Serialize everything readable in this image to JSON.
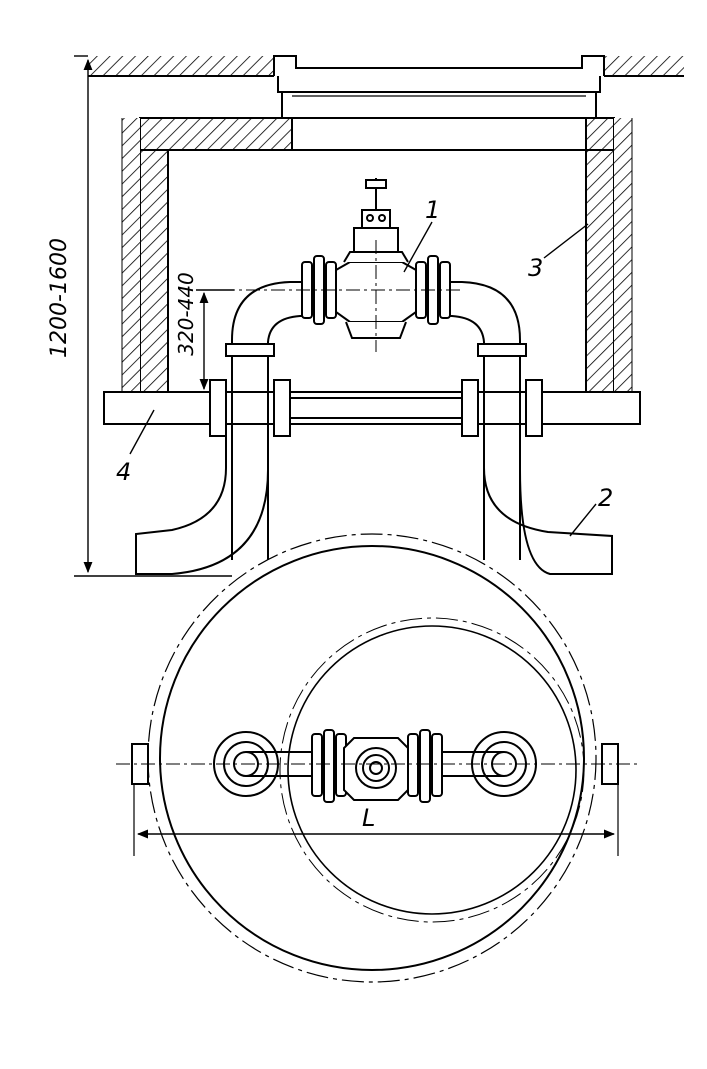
{
  "dimensions": {
    "overall_height": "1200-1600",
    "branch_height": "320-440",
    "length": "L"
  },
  "callouts": [
    "1",
    "2",
    "3",
    "4"
  ],
  "colors": {
    "ink": "#000000",
    "paper": "#ffffff"
  }
}
